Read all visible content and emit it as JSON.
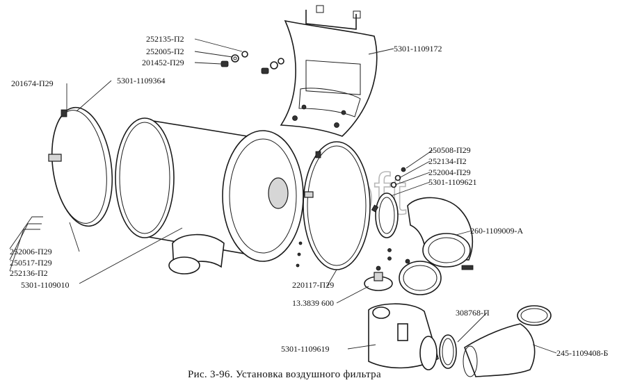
{
  "watermark": "AutoSoft",
  "caption": "Рис. 3-96. Установка воздушного фильтра",
  "labels": {
    "l1": "252135-П2",
    "l2": "252005-П2",
    "l3": "201452-П29",
    "l4": "5301-1109172",
    "l5": "201674-П29",
    "l6": "5301-1109364",
    "l7": "250508-П29",
    "l8": "252134-П2",
    "l9": "252004-П29",
    "l10": "5301-1109621",
    "l11": "260-1109009-А",
    "l12": "252006-П29",
    "l13": "250517-П29",
    "l14": "252136-П2",
    "l15": "5301-1109010",
    "l16": "220117-П29",
    "l17": "13.3839 600",
    "l18": "308768-П",
    "l19": "5301-1109619",
    "l20": "245-1109408-Б"
  }
}
